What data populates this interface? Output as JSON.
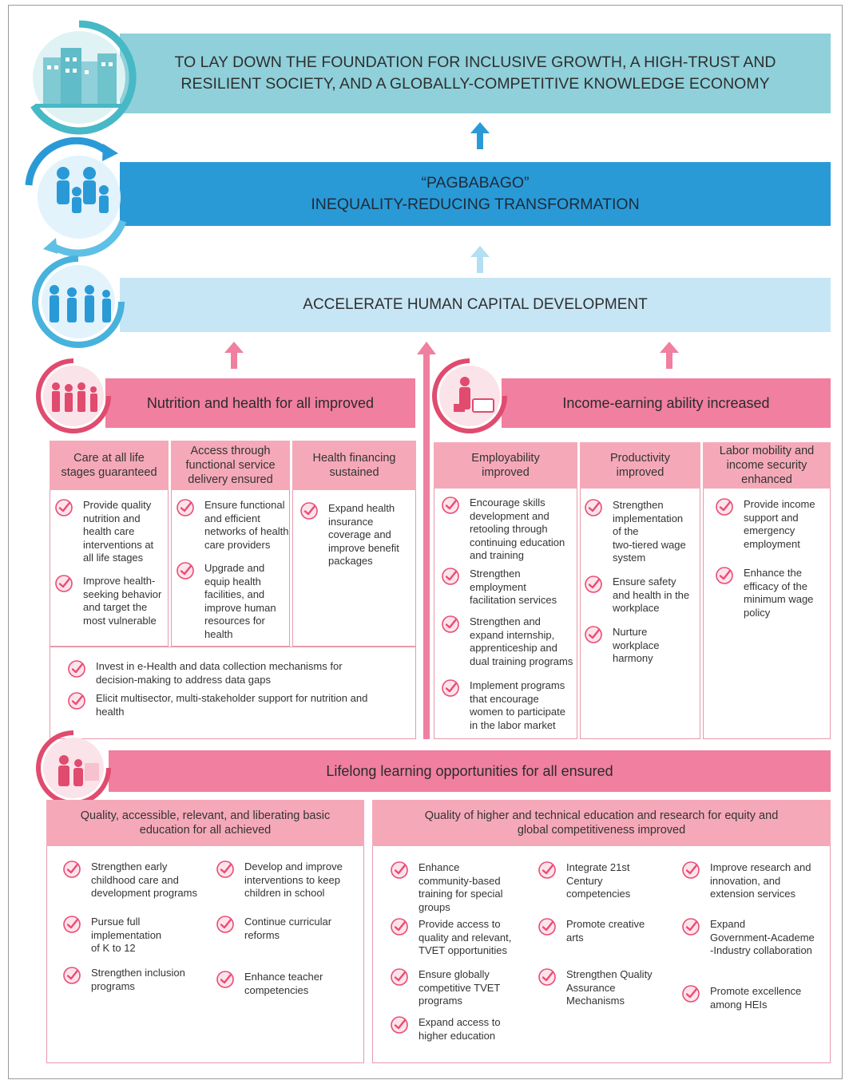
{
  "colors": {
    "teal": "#8fd0da",
    "blue": "#2a9ad7",
    "lightblue": "#c7e6f5",
    "pink": "#f07fa0",
    "pinklight": "#f5a9b8",
    "check": "#e94c76"
  },
  "goal": {
    "line1": "TO LAY DOWN THE FOUNDATION FOR INCLUSIVE GROWTH, A HIGH-TRUST AND",
    "line2": "RESILIENT SOCIETY, AND A GLOBALLY-COMPETITIVE KNOWLEDGE ECONOMY"
  },
  "pillar": {
    "line1": "“PAGBABAGO”",
    "line2": "INEQUALITY-REDUCING TRANSFORMATION"
  },
  "strategy": {
    "label": "ACCELERATE HUMAN CAPITAL DEVELOPMENT"
  },
  "nutrition": {
    "title": "Nutrition and health for all improved",
    "columns": [
      {
        "head": "Care at all life\nstages guaranteed",
        "items": [
          "Provide quality\nnutrition and\nhealth care\ninterventions at\nall life stages",
          "Improve health-\nseeking behavior\nand target the\nmost vulnerable"
        ]
      },
      {
        "head": "Access through\nfunctional service\ndelivery ensured",
        "items": [
          "Ensure functional\nand efficient\nnetworks of health\ncare providers",
          "Upgrade and\nequip health\nfacilities, and\nimprove human\nresources for\nhealth"
        ]
      },
      {
        "head": "Health financing\nsustained",
        "items": [
          "Expand health\ninsurance\ncoverage and\nimprove benefit\npackages"
        ]
      }
    ],
    "shared": [
      "Invest in e-Health and data collection mechanisms for\ndecision-making to address data gaps",
      "Elicit multisector, multi-stakeholder support for nutrition and\nhealth"
    ]
  },
  "income": {
    "title": "Income-earning ability increased",
    "columns": [
      {
        "head": "Employability\nimproved",
        "items": [
          "Encourage skills\ndevelopment and\nretooling through\ncontinuing education\nand training",
          "Strengthen\nemployment\nfacilitation services",
          "Strengthen and\nexpand internship,\napprenticeship and\ndual training programs",
          "Implement programs\nthat encourage\nwomen to participate\nin the labor market"
        ]
      },
      {
        "head": "Productivity\nimproved",
        "items": [
          "Strengthen\nimplementation\nof the\ntwo-tiered wage\nsystem",
          "Ensure safety\nand health in the\nworkplace",
          "Nurture\nworkplace\nharmony"
        ]
      },
      {
        "head": "Labor mobility and\nincome security\nenhanced",
        "items": [
          "Provide income\nsupport and\nemergency\nemployment",
          "Enhance the\nefficacy of the\nminimum wage\npolicy"
        ]
      }
    ]
  },
  "lifelong": {
    "title": "Lifelong learning opportunities for all ensured",
    "basic": {
      "head": "Quality, accessible, relevant, and liberating basic\neducation for all achieved",
      "items": [
        "Strengthen early\nchildhood care and\ndevelopment programs",
        "Pursue full\nimplementation\nof K to 12",
        "Strengthen inclusion\nprograms",
        "Develop and improve\ninterventions to keep\nchildren in school",
        "Continue curricular\nreforms",
        "Enhance teacher\ncompetencies"
      ]
    },
    "higher": {
      "head": "Quality of higher and technical education and research for equity and\nglobal competitiveness improved",
      "items": [
        "Enhance\ncommunity-based\ntraining for special\ngroups",
        "Provide access to\nquality and relevant,\nTVET opportunities",
        "Ensure globally\ncompetitive TVET\nprograms",
        "Expand access to\nhigher education",
        "Integrate 21st\nCentury\ncompetencies",
        "Promote creative\narts",
        "Strengthen Quality\nAssurance\nMechanisms",
        "Improve research and\ninnovation, and\nextension services",
        "Expand\nGovernment-Academe\n-Industry collaboration",
        "Promote excellence\namong HEIs"
      ]
    }
  }
}
